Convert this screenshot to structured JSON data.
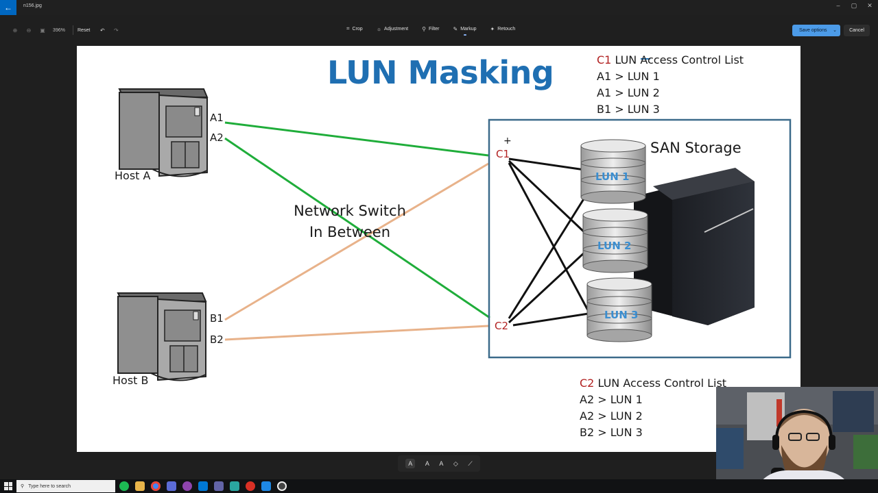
{
  "window": {
    "title": "n156.jpg",
    "minimize": "–",
    "restore": "▢",
    "close": "✕",
    "back_icon": "←"
  },
  "toolbar": {
    "zoom_level": "396%",
    "reset_label": "Reset",
    "tools": [
      {
        "label": "Crop",
        "icon": "⌗"
      },
      {
        "label": "Adjustment",
        "icon": "☼"
      },
      {
        "label": "Filter",
        "icon": "⚲"
      },
      {
        "label": "Markup",
        "icon": "✎"
      },
      {
        "label": "Retouch",
        "icon": "✦"
      }
    ],
    "active_tool": "Markup",
    "save_label": "Save options",
    "cancel_label": "Cancel"
  },
  "slide": {
    "title": "LUN Masking",
    "acl_c1": {
      "prefix": "C1",
      "title": " LUN Access Control List",
      "lines": [
        "A1 > LUN 1",
        "A1 > LUN 2",
        "B1 > LUN 3"
      ]
    },
    "acl_c2": {
      "prefix": "C2",
      "title": " LUN Access Control List",
      "lines": [
        "A2 > LUN 1",
        "A2 > LUN 2",
        "B2 > LUN 3"
      ]
    },
    "host_a": "Host A",
    "host_b": "Host B",
    "ports": {
      "a1": "A1",
      "a2": "A2",
      "b1": "B1",
      "b2": "B2",
      "c1": "C1",
      "c2": "C2"
    },
    "switch_line1": "Network Switch",
    "switch_line2": "In Between",
    "san_label": "SAN Storage",
    "luns": [
      "LUN 1",
      "LUN 2",
      "LUN 3"
    ],
    "colors": {
      "host_a_links": "#1fad3a",
      "host_b_links": "#e8b28a",
      "heading": "#1f6fb2",
      "controller": "#b22222",
      "lun_label": "#3b8ed0"
    }
  },
  "penbar": {
    "tools": [
      "A",
      "A",
      "A",
      "◇",
      "⟋"
    ]
  },
  "taskbar": {
    "search_placeholder": "Type here to search"
  }
}
